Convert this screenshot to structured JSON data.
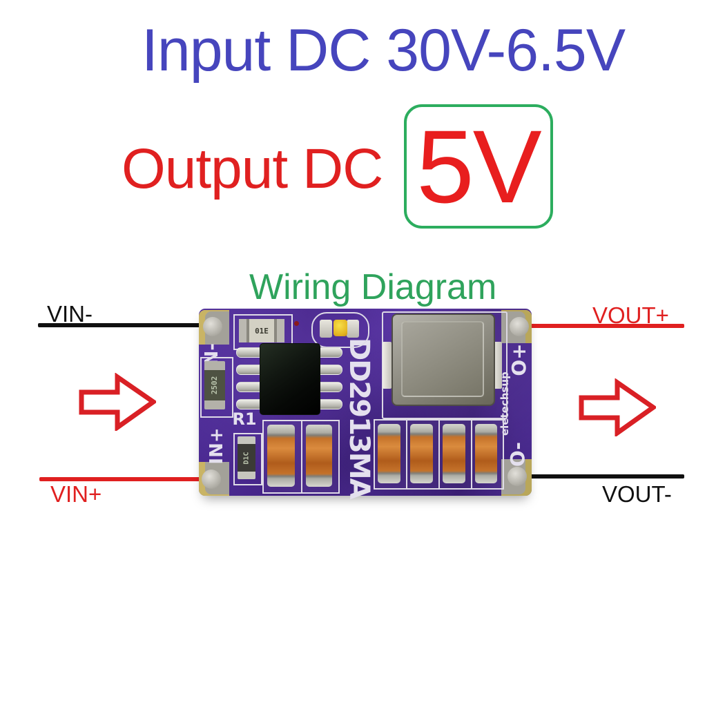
{
  "title": {
    "input": "Input DC 30V-6.5V",
    "output_label": "Output DC",
    "output_value": "5V",
    "wiring": "Wiring Diagram"
  },
  "terminals": {
    "vin_minus": "VIN-",
    "vin_plus": "VIN+",
    "vout_plus": "VOUT+",
    "vout_minus": "VOUT-"
  },
  "board": {
    "part_number": "DD2913MA",
    "brand": "eletechsup",
    "labels": {
      "in_minus": "IN-",
      "in_plus": "IN+",
      "out_plus": "O+",
      "out_minus": "O-",
      "r1": "R1"
    },
    "markings": {
      "resistor_top": "01E",
      "resistor_left": "2502",
      "diode": "D1C"
    }
  },
  "colors": {
    "title_blue": "#4645BD",
    "accent_red": "#E02020",
    "green_text": "#2FA35C",
    "box_border_green": "#2CAD5E",
    "wire_black": "#101010",
    "pcb_purple": "#4A2B90"
  }
}
